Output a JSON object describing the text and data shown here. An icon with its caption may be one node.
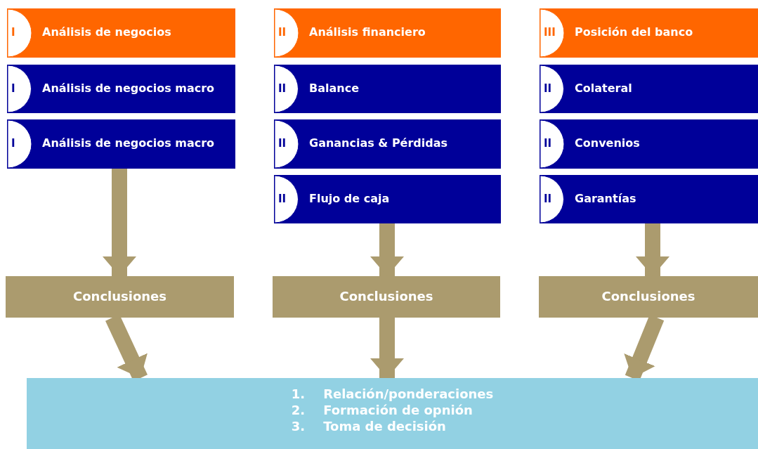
{
  "diagram": {
    "nodes": [
      {
        "text": [
          "I",
          "Análisis de negocios"
        ]
      },
      {
        "text": [
          "I",
          "Análisis de negocios macro"
        ]
      },
      {
        "text": [
          "I",
          "Análisis de negocios macro"
        ]
      },
      {
        "text": [
          "II",
          "Análisis financiero"
        ]
      },
      {
        "text": [
          "II",
          "Balance"
        ]
      },
      {
        "text": [
          "II",
          "Ganancias & Pérdidas"
        ]
      },
      {
        "text": [
          "II",
          "Flujo de caja"
        ]
      },
      {
        "text": [
          "III",
          "Posición del banco"
        ]
      },
      {
        "text": [
          "II",
          "Colateral"
        ]
      },
      {
        "text": [
          "II",
          "Convenios"
        ]
      },
      {
        "text": [
          "II",
          "Garantías"
        ]
      },
      {
        "text": [
          "Conclusiones"
        ]
      },
      {
        "text": [
          "Conclusiones"
        ]
      },
      {
        "text": [
          "Conclusiones"
        ]
      },
      {
        "text": [
          "1.",
          "Relación/ponderaciones",
          "2.",
          "Formación de opnión",
          "3.",
          "Toma de decisión"
        ]
      }
    ],
    "edges": [
      {
        "from": 2,
        "to": 11,
        "arrow": "to"
      },
      {
        "from": 6,
        "to": 12,
        "arrow": "to"
      },
      {
        "from": 10,
        "to": 13,
        "arrow": "to"
      },
      {
        "from": 11,
        "to": 14,
        "arrow": "to"
      },
      {
        "from": 12,
        "to": 14,
        "arrow": "to"
      },
      {
        "from": 13,
        "to": 14,
        "arrow": "to"
      }
    ]
  }
}
